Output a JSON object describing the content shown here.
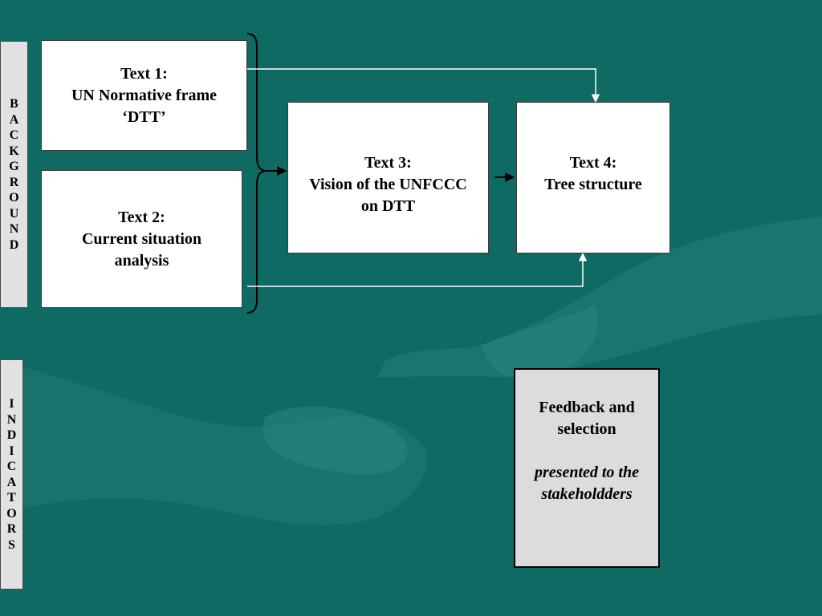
{
  "side_labels": {
    "background": "BACKGROUND",
    "indicators": "INDICATORS"
  },
  "boxes": {
    "text1": {
      "label": "Text 1:",
      "lines": [
        "UN Normative frame",
        "‘DTT’"
      ]
    },
    "text2": {
      "label": "Text 2:",
      "lines": [
        "Current situation",
        "analysis"
      ]
    },
    "text3": {
      "label": "Text 3:",
      "lines": [
        "Vision of the UNFCCC",
        "on DTT"
      ]
    },
    "text4": {
      "label": "Text 4:",
      "lines": [
        "Tree structure"
      ]
    }
  },
  "feedback": {
    "title_lines": [
      "Feedback and",
      "selection"
    ],
    "sub_lines": [
      "presented to the",
      "stakeholdders"
    ]
  },
  "colors": {
    "background": "#0f6a64",
    "box_fill": "#ffffff",
    "label_fill": "#e2e2e2",
    "feedback_fill": "#dcdcdc",
    "connector": "#ffffff",
    "arrow": "#000000"
  }
}
